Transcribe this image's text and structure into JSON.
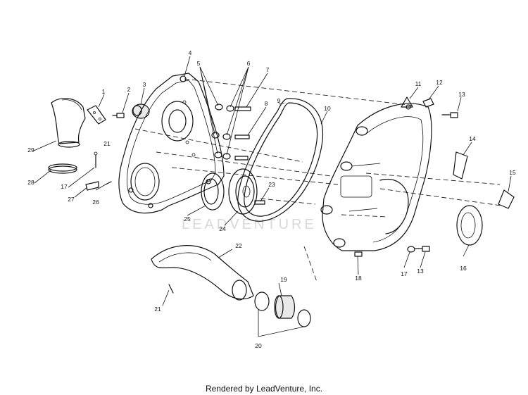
{
  "diagram": {
    "watermark": "LEADVENTURE",
    "footer": "Rendered by LeadVenture, Inc.",
    "callouts": [
      {
        "id": "c1",
        "text": "1"
      },
      {
        "id": "c2",
        "text": "2"
      },
      {
        "id": "c3",
        "text": "3"
      },
      {
        "id": "c4",
        "text": "4"
      },
      {
        "id": "c5",
        "text": "5"
      },
      {
        "id": "c6",
        "text": "6"
      },
      {
        "id": "c7",
        "text": "7"
      },
      {
        "id": "c8",
        "text": "8"
      },
      {
        "id": "c9",
        "text": "9"
      },
      {
        "id": "c10",
        "text": "10"
      },
      {
        "id": "c11",
        "text": "11"
      },
      {
        "id": "c12",
        "text": "12"
      },
      {
        "id": "c13a",
        "text": "13"
      },
      {
        "id": "c14",
        "text": "14"
      },
      {
        "id": "c15",
        "text": "15"
      },
      {
        "id": "c16",
        "text": "16"
      },
      {
        "id": "c17a",
        "text": "17"
      },
      {
        "id": "c13b",
        "text": "13"
      },
      {
        "id": "c18",
        "text": "18"
      },
      {
        "id": "c17b",
        "text": "17"
      },
      {
        "id": "c19",
        "text": "19"
      },
      {
        "id": "c20",
        "text": "20"
      },
      {
        "id": "c21a",
        "text": "21"
      },
      {
        "id": "c21b",
        "text": "21"
      },
      {
        "id": "c22",
        "text": "22"
      },
      {
        "id": "c23",
        "text": "23"
      },
      {
        "id": "c24",
        "text": "24"
      },
      {
        "id": "c25",
        "text": "25"
      },
      {
        "id": "c26",
        "text": "26"
      },
      {
        "id": "c27",
        "text": "27"
      },
      {
        "id": "c28",
        "text": "28"
      },
      {
        "id": "c29",
        "text": "29"
      }
    ]
  }
}
